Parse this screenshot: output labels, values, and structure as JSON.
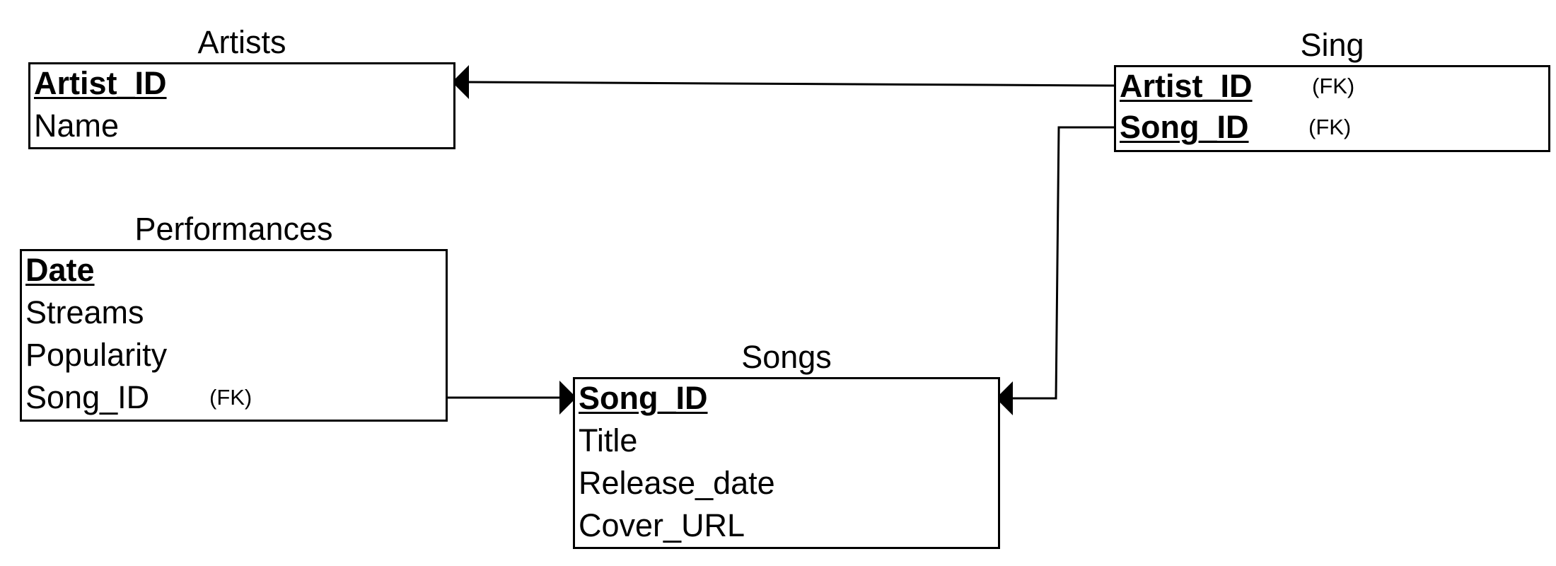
{
  "diagram": {
    "artists": {
      "title": "Artists",
      "attributes": [
        "Artist_ID",
        "Name"
      ],
      "primary_keys": [
        "Artist_ID"
      ]
    },
    "sing": {
      "title": "Sing",
      "attributes": [
        "Artist_ID",
        "Song_ID"
      ],
      "primary_keys": [
        "Artist_ID",
        "Song_ID"
      ],
      "fk_labels": [
        "(FK)",
        "(FK)"
      ]
    },
    "performances": {
      "title": "Performances",
      "attributes": [
        "Date",
        "Streams",
        "Popularity",
        "Song_ID"
      ],
      "primary_keys": [
        "Date"
      ],
      "fk_labels": [
        "(FK)"
      ]
    },
    "songs": {
      "title": "Songs",
      "attributes": [
        "Song_ID",
        "Title",
        "Release_date",
        "Cover_URL"
      ],
      "primary_keys": [
        "Song_ID"
      ]
    },
    "relationships": [
      {
        "from": "Sing.Artist_ID",
        "to": "Artists.Artist_ID"
      },
      {
        "from": "Sing.Song_ID",
        "to": "Songs.Song_ID"
      },
      {
        "from": "Performances.Song_ID",
        "to": "Songs.Song_ID"
      }
    ]
  }
}
